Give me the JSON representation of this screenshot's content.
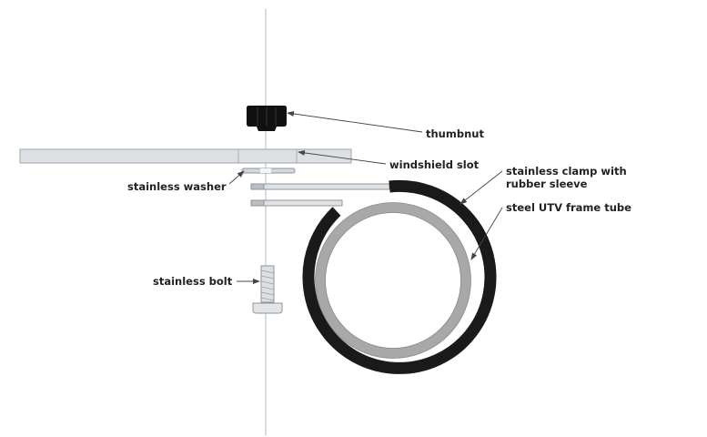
{
  "labels": {
    "thumbnut": "thumbnut",
    "windshield_slot": "windshield slot",
    "stainless_washer": "stainless washer",
    "clamp_line1": "stainless clamp with",
    "clamp_line2": "rubber sleeve",
    "frame_tube": "steel UTV frame tube",
    "bolt": "stainless bolt"
  },
  "colors": {
    "clamp": "#1a1a1a",
    "tube": "#a8a8a8",
    "slot_panel": "#d9dde1",
    "hardware": "#c8ccd0",
    "thumbnut": "#111111",
    "leader": "#444444",
    "centerline": "#b8b8b8"
  }
}
